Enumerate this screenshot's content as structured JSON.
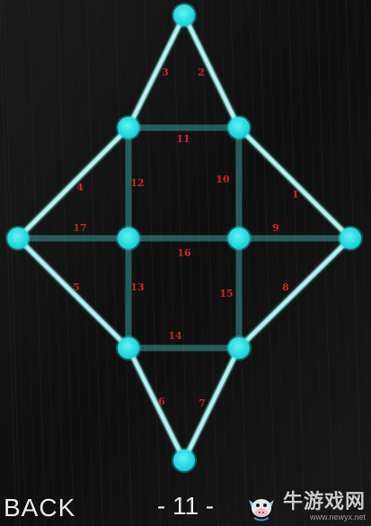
{
  "colors": {
    "edge": "#b4f3f0",
    "edge_glow": "#4ee6e6",
    "node": "#19e2e8",
    "label": "#d4211d"
  },
  "puzzle": {
    "nodes": [
      {
        "id": "top"
      },
      {
        "id": "upper-left"
      },
      {
        "id": "upper-right"
      },
      {
        "id": "far-left"
      },
      {
        "id": "center-left"
      },
      {
        "id": "center-right"
      },
      {
        "id": "far-right"
      },
      {
        "id": "lower-left"
      },
      {
        "id": "lower-right"
      },
      {
        "id": "bottom"
      }
    ],
    "edges": [
      {
        "label": "1",
        "from": "upper-right",
        "to": "far-right"
      },
      {
        "label": "2",
        "from": "top",
        "to": "upper-right"
      },
      {
        "label": "3",
        "from": "top",
        "to": "upper-left"
      },
      {
        "label": "4",
        "from": "upper-left",
        "to": "far-left"
      },
      {
        "label": "5",
        "from": "far-left",
        "to": "lower-left"
      },
      {
        "label": "6",
        "from": "lower-left",
        "to": "bottom"
      },
      {
        "label": "7",
        "from": "lower-right",
        "to": "bottom"
      },
      {
        "label": "8",
        "from": "far-right",
        "to": "lower-right"
      },
      {
        "label": "9",
        "from": "center-right",
        "to": "far-right"
      },
      {
        "label": "10",
        "from": "upper-right",
        "to": "center-right"
      },
      {
        "label": "11",
        "from": "upper-left",
        "to": "upper-right"
      },
      {
        "label": "12",
        "from": "upper-left",
        "to": "center-left"
      },
      {
        "label": "13",
        "from": "center-left",
        "to": "lower-left"
      },
      {
        "label": "14",
        "from": "lower-left",
        "to": "lower-right"
      },
      {
        "label": "15",
        "from": "center-right",
        "to": "lower-right"
      },
      {
        "label": "16",
        "from": "center-left",
        "to": "center-right"
      },
      {
        "label": "17",
        "from": "far-left",
        "to": "center-left"
      }
    ]
  },
  "footer": {
    "back_label": "BACK",
    "level_text": "- 11 -",
    "watermark_cn": "牛游戏网",
    "watermark_url": "www.newyx.net",
    "watermark_icon": "cow-mascot-icon"
  }
}
